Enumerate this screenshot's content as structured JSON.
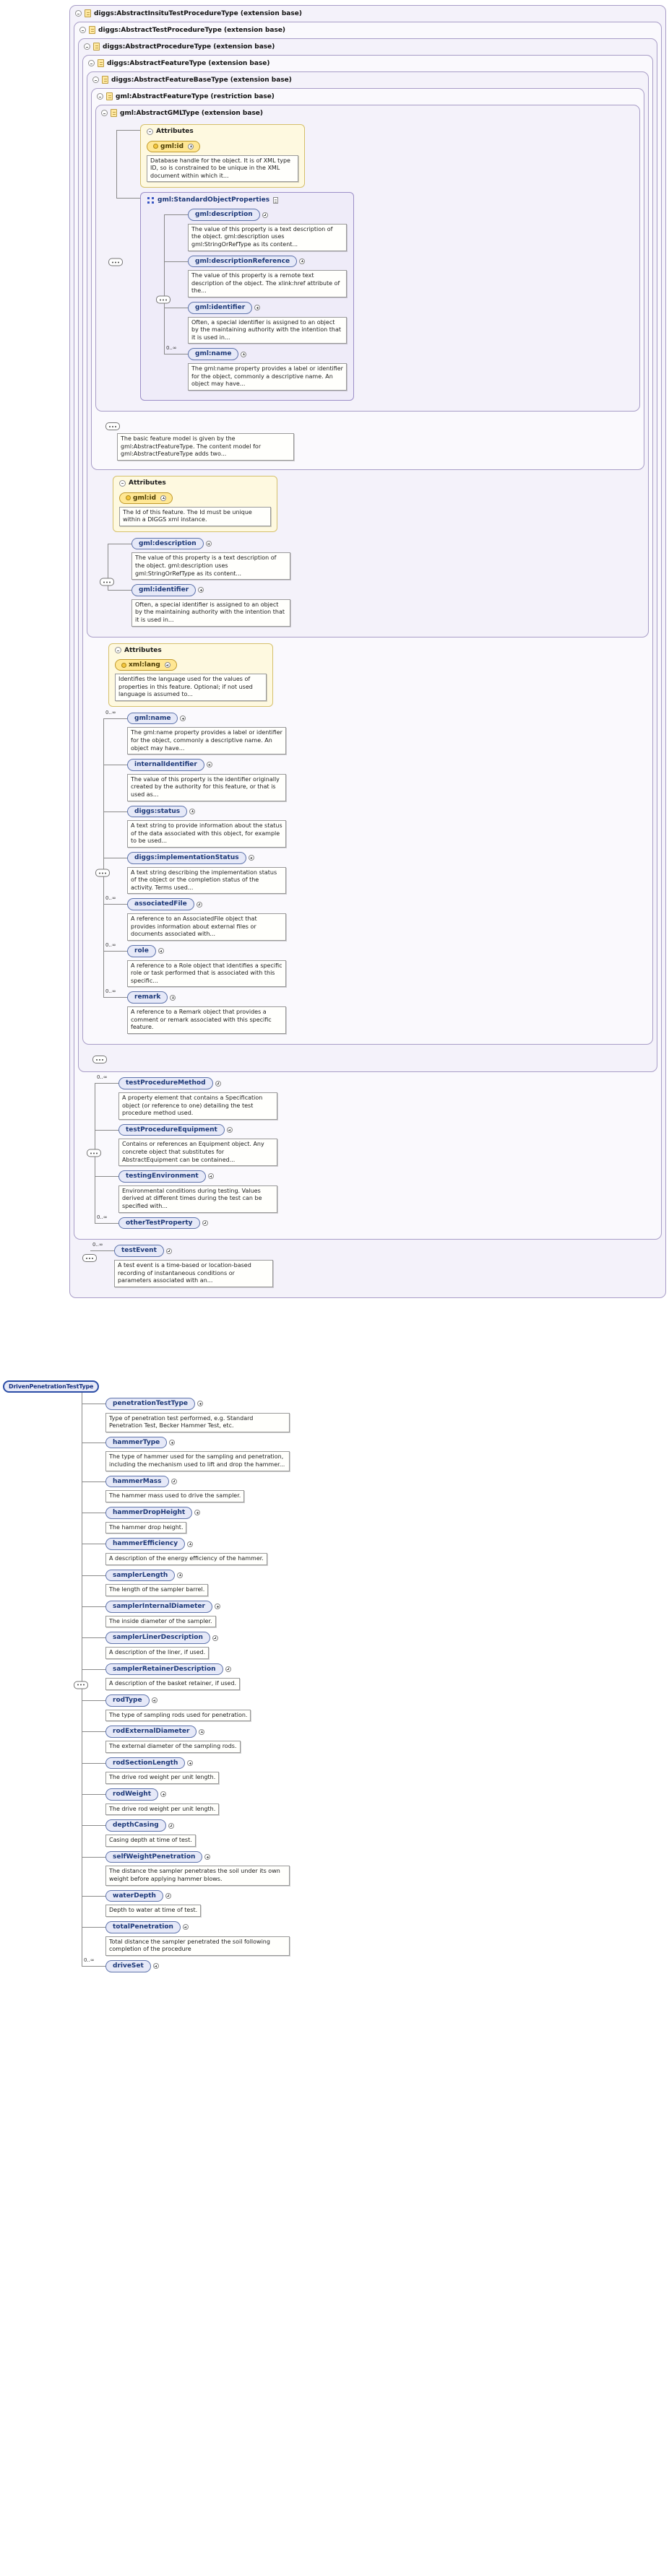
{
  "frames": {
    "insitu": {
      "label": "diggs:AbstractInsituTestProcedureType (extension base)"
    },
    "test_procedure": {
      "label": "diggs:AbstractTestProcedureType (extension base)"
    },
    "procedure": {
      "label": "diggs:AbstractProcedureType (extension base)"
    },
    "feature": {
      "label": "diggs:AbstractFeatureType (extension base)"
    },
    "feature_base": {
      "label": "diggs:AbstractFeatureBaseType (extension base)"
    },
    "gml_feature": {
      "label": "gml:AbstractFeatureType (restriction base)"
    },
    "gml_gml": {
      "label": "gml:AbstractGMLType (extension base)"
    }
  },
  "gml_gml": {
    "attributes_title": "Attributes",
    "id_attribute": {
      "name": "gml:id",
      "doc": "Database handle for the object. It is of XML type ID, so is constrained to be unique in the XML document within which it..."
    },
    "group": {
      "label": "gml:StandardObjectProperties",
      "elements": [
        {
          "card": "",
          "name": "gml:description",
          "doc": "The value of this property is a text description of the object. gml:description uses gml:StringOrRefType as its content..."
        },
        {
          "card": "",
          "name": "gml:descriptionReference",
          "doc": "The value of this property is a remote text description of the object. The xlink:href attribute of the..."
        },
        {
          "card": "",
          "name": "gml:identifier",
          "doc": "Often, a special identifier is assigned to an object by the maintaining authority with the intention that it is used in..."
        },
        {
          "card": "0..∞",
          "name": "gml:name",
          "doc": "The gml:name property provides a label or identifier for the object, commonly a descriptive name. An object may have..."
        }
      ]
    }
  },
  "gml_feature": {
    "note": "The basic feature model is given by the gml:AbstractFeatureType. The content model for gml:AbstractFeatureType adds two..."
  },
  "feature_base": {
    "attributes_title": "Attributes",
    "id_attribute": {
      "name": "gml:id",
      "doc": "The Id of this feature. The Id must be unique within a DIGGS xml instance."
    },
    "elements": [
      {
        "card": "",
        "name": "gml:description",
        "doc": "The value of this property is a text description of the object. gml:description uses gml:StringOrRefType as its content..."
      },
      {
        "card": "",
        "name": "gml:identifier",
        "doc": "Often, a special identifier is assigned to an object by the maintaining authority with the intention that it is used in..."
      }
    ]
  },
  "feature": {
    "attributes_title": "Attributes",
    "lang_attribute": {
      "name": "xml:lang",
      "doc": "Identifies the language used for the values of properties in this feature. Optional; if not used language is assumed to..."
    },
    "elements": [
      {
        "card": "0..∞",
        "name": "gml:name",
        "doc": "The gml:name property provides a label or identifier for the object, commonly a descriptive name. An object may have..."
      },
      {
        "card": "",
        "name": "internalIdentifier",
        "doc": "The value of this property is the identifier originally created by the authority for this feature, or that is used as..."
      },
      {
        "card": "",
        "name": "diggs:status",
        "doc": "A text string to provide information about the status of the data associated with this object, for example to be used..."
      },
      {
        "card": "",
        "name": "diggs:implementationStatus",
        "doc": "A text string describing the implementation status of the object or the completion status of the activity. Terms used..."
      },
      {
        "card": "0..∞",
        "name": "associatedFile",
        "doc": "A reference to an AssociatedFile object that provides information about external files or documents associated with..."
      },
      {
        "card": "0..∞",
        "name": "role",
        "doc": "A reference to a Role object that identifies a specific role or task performed that is associated with this specific..."
      },
      {
        "card": "0..∞",
        "name": "remark",
        "doc": "A reference to a Remark object that provides a comment or remark associated with this specific feature."
      }
    ]
  },
  "test_procedure": {
    "elements": [
      {
        "card": "0..∞",
        "name": "testProcedureMethod",
        "doc": "A property element that contains a Specification object (or reference to one) detailing the test procedure method used."
      },
      {
        "card": "",
        "name": "testProcedureEquipment",
        "doc": "Contains or references an Equipment object. Any concrete object that substitutes for AbstractEquipment can be contained..."
      },
      {
        "card": "",
        "name": "testingEnvironment",
        "doc": "Environmental conditions during testing. Values derived at different times during the test can be specified with..."
      },
      {
        "card": "0..∞",
        "name": "otherTestProperty",
        "doc": ""
      }
    ]
  },
  "insitu": {
    "elements": [
      {
        "card": "0..∞",
        "name": "testEvent",
        "doc": "A test event is a time-based or location-based recording of instantaneous conditions or parameters associated with an..."
      }
    ]
  },
  "root": {
    "label": "DrivenPenetrationTestType"
  },
  "driven": {
    "elements": [
      {
        "card": "",
        "name": "penetrationTestType",
        "doc": "Type of penetration test performed, e.g. Standard Penetration Test, Becker Hammer Test, etc."
      },
      {
        "card": "",
        "name": "hammerType",
        "doc": "The type of hammer used for the sampling and penetration, including the mechanism used to lift and drop the hammer..."
      },
      {
        "card": "",
        "name": "hammerMass",
        "doc": "The hammer mass used to drive the sampler."
      },
      {
        "card": "",
        "name": "hammerDropHeight",
        "doc": "The hammer drop height."
      },
      {
        "card": "",
        "name": "hammerEfficiency",
        "doc": "A description of the energy efficiency of the hammer."
      },
      {
        "card": "",
        "name": "samplerLength",
        "doc": "The length of the sampler barrel."
      },
      {
        "card": "",
        "name": "samplerInternalDiameter",
        "doc": "The inside diameter of the sampler."
      },
      {
        "card": "",
        "name": "samplerLinerDescription",
        "doc": "A description of the liner, if used."
      },
      {
        "card": "",
        "name": "samplerRetainerDescription",
        "doc": "A description of the basket retainer, if used."
      },
      {
        "card": "",
        "name": "rodType",
        "doc": "The type of sampling rods used for penetration."
      },
      {
        "card": "",
        "name": "rodExternalDiameter",
        "doc": "The external diameter of the sampling rods."
      },
      {
        "card": "",
        "name": "rodSectionLength",
        "doc": "The drive rod weight per unit length."
      },
      {
        "card": "",
        "name": "rodWeight",
        "doc": "The drive rod weight per unit length."
      },
      {
        "card": "",
        "name": "depthCasing",
        "doc": "Casing depth at time of test."
      },
      {
        "card": "",
        "name": "selfWeightPenetration",
        "doc": "The distance the sampler penetrates the soil under its own weight before applying hammer blows."
      },
      {
        "card": "",
        "name": "waterDepth",
        "doc": "Depth to water at time of test."
      },
      {
        "card": "",
        "name": "totalPenetration",
        "doc": "Total distance the sampler penetrated the soil following completion of the procedure"
      },
      {
        "card": "0..∞",
        "name": "driveSet",
        "doc": ""
      }
    ]
  }
}
